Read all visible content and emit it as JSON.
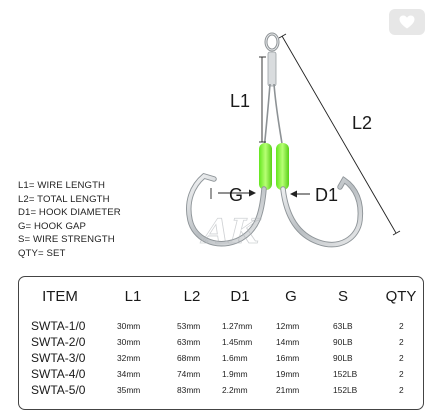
{
  "legend": [
    "L1= WIRE LENGTH",
    "L2= TOTAL LENGTH",
    "D1= HOOK DIAMETER",
    "G= HOOK GAP",
    "S= WIRE STRENGTH",
    "QTY= SET"
  ],
  "labels": {
    "l1": "L1",
    "l2": "L2",
    "g": "G",
    "d1": "D1"
  },
  "watermark": "AK",
  "table": {
    "headers": [
      "ITEM",
      "L1",
      "L2",
      "D1",
      "G",
      "S",
      "QTY"
    ],
    "rows": [
      [
        "SWTA-1/0",
        "30mm",
        "53mm",
        "1.27mm",
        "12mm",
        "63LB",
        "2"
      ],
      [
        "SWTA-2/0",
        "30mm",
        "63mm",
        "1.45mm",
        "14mm",
        "90LB",
        "2"
      ],
      [
        "SWTA-3/0",
        "32mm",
        "68mm",
        "1.6mm",
        "16mm",
        "90LB",
        "2"
      ],
      [
        "SWTA-4/0",
        "34mm",
        "74mm",
        "1.9mm",
        "19mm",
        "152LB",
        "2"
      ],
      [
        "SWTA-5/0",
        "35mm",
        "83mm",
        "2.2mm",
        "21mm",
        "152LB",
        "2"
      ]
    ]
  },
  "colors": {
    "tube": "#8aff3a",
    "hook": "#cfd3d6",
    "line": "#333333"
  },
  "icons": {
    "favorite": "heart-icon"
  }
}
